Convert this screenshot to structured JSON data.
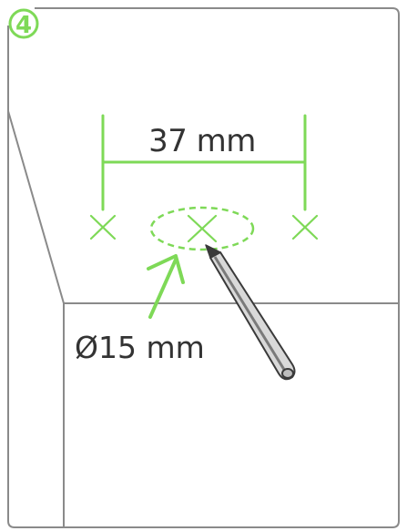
{
  "step": {
    "number": "4"
  },
  "dimensions": {
    "spacing_label": "37 mm",
    "hole_diameter_label": "Ø15 mm"
  },
  "colors": {
    "accent_green": "#7ed957",
    "line_gray": "#8a8a8a",
    "pencil_dark": "#3a3a3a",
    "pencil_light": "#9a9a9a",
    "background": "#ffffff"
  },
  "icons": {
    "marker": "cross-mark-icon",
    "tool": "pencil-icon"
  }
}
